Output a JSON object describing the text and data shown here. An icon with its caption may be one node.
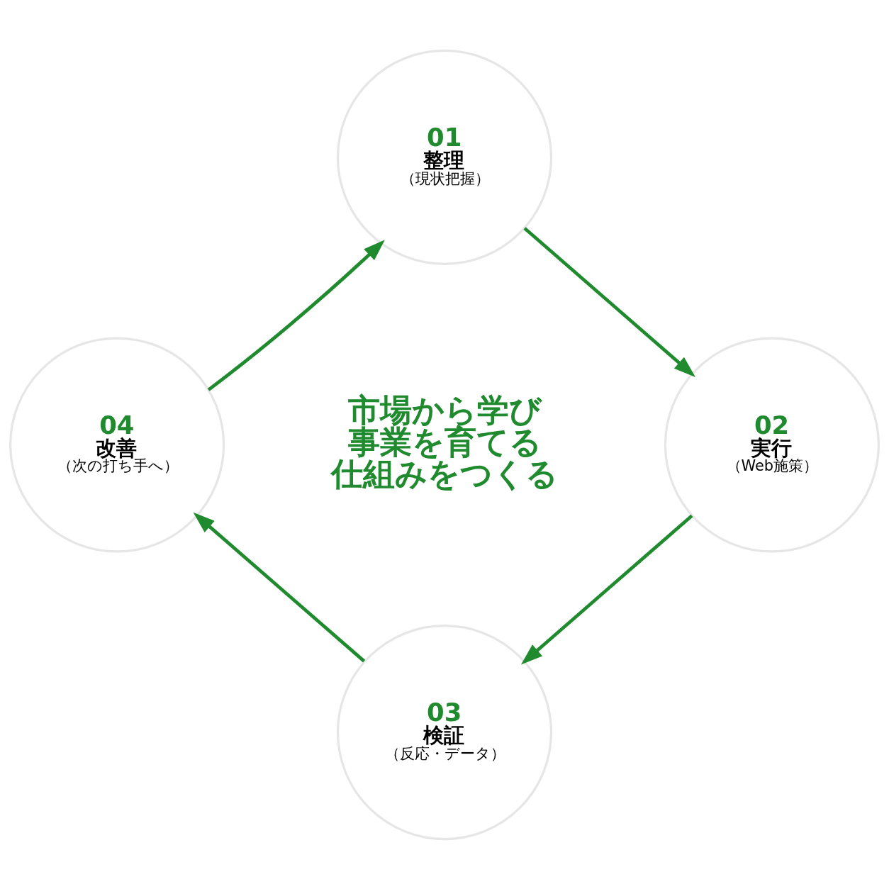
{
  "diagram": {
    "nodes": [
      {
        "text": [
          "01",
          "整理",
          "（現状把握）"
        ]
      },
      {
        "text": [
          "02",
          "実行",
          "（Web施策）"
        ]
      },
      {
        "text": [
          "03",
          "検証",
          "（反応・データ）"
        ]
      },
      {
        "text": [
          "04",
          "改善",
          "（次の打ち手へ）"
        ]
      }
    ],
    "edges": [
      {
        "from": 0,
        "to": 1,
        "arrow": "to"
      },
      {
        "from": 1,
        "to": 2,
        "arrow": "to"
      },
      {
        "from": 2,
        "to": 3,
        "arrow": "to"
      },
      {
        "from": 3,
        "to": 0,
        "arrow": "to"
      }
    ],
    "labels": [
      "市場から学び事業を育てる仕組みをつくる"
    ]
  }
}
